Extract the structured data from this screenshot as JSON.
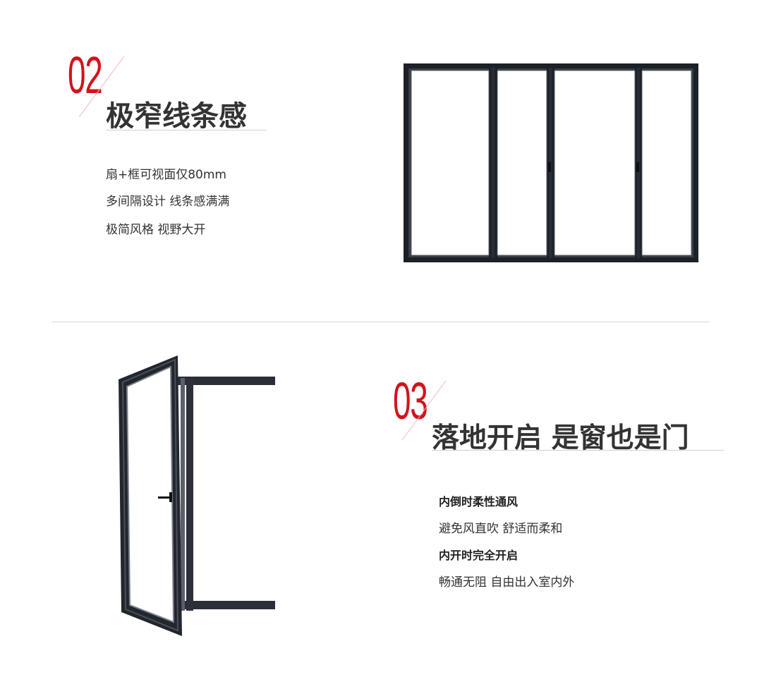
{
  "section2": {
    "number": "02",
    "title": "极窄线条感",
    "lines": [
      "扇+框可视面仅80mm",
      "多间隔设计 线条感满满",
      "极简风格 视野大开"
    ]
  },
  "section3": {
    "number": "03",
    "title": "落地开启 是窗也是门",
    "points": [
      {
        "heading": "内倒时柔性通风",
        "text": "避免风直吹 舒适而柔和"
      },
      {
        "heading": "内开时完全开启",
        "text": "畅通无阻 自由出入室内外"
      }
    ]
  },
  "colors": {
    "accent": "#d4121b",
    "frame": "#1f232b",
    "text": "#333333"
  }
}
